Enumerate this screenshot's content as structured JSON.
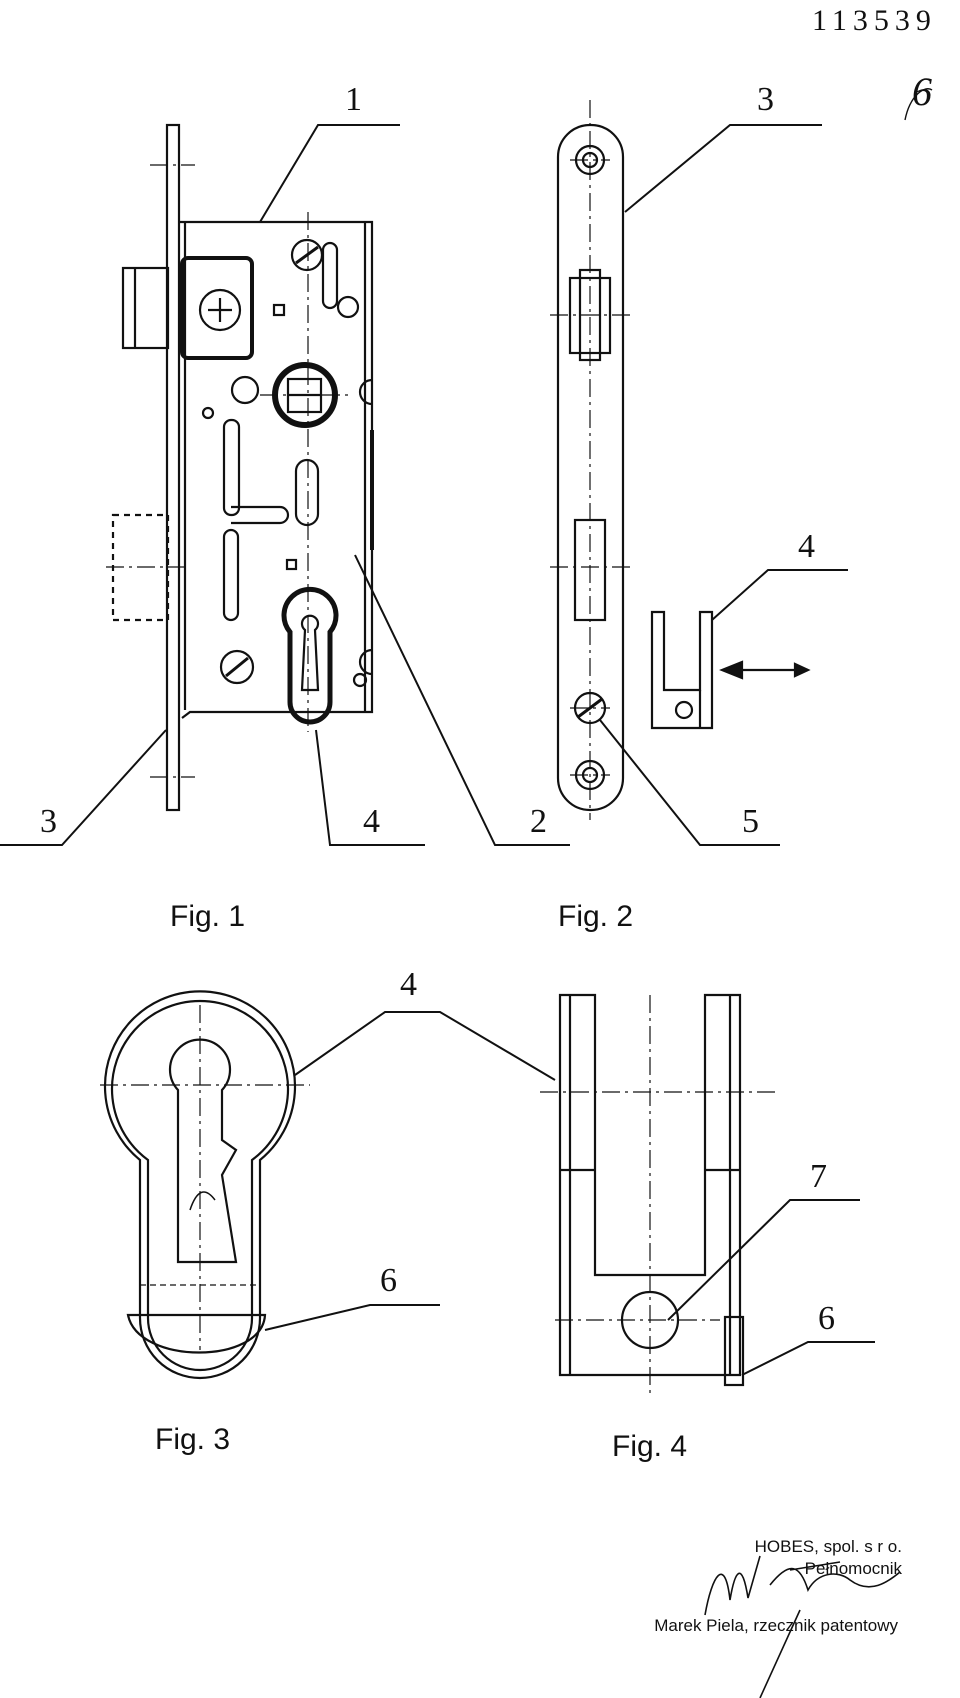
{
  "header": {
    "document_number": "113539",
    "page_mark": "6"
  },
  "figures": [
    {
      "caption": "Fig. 1",
      "labels": [
        "1",
        "2",
        "3",
        "4"
      ]
    },
    {
      "caption": "Fig. 2",
      "labels": [
        "3",
        "4",
        "5"
      ]
    },
    {
      "caption": "Fig. 3",
      "labels": [
        "4",
        "6"
      ]
    },
    {
      "caption": "Fig. 4",
      "labels": [
        "7",
        "6"
      ]
    }
  ],
  "footer": {
    "company": "HOBES, spol. s r o.",
    "role": "Pełnomocnik",
    "signatory": "Marek Piela, rzecznik patentowy"
  }
}
